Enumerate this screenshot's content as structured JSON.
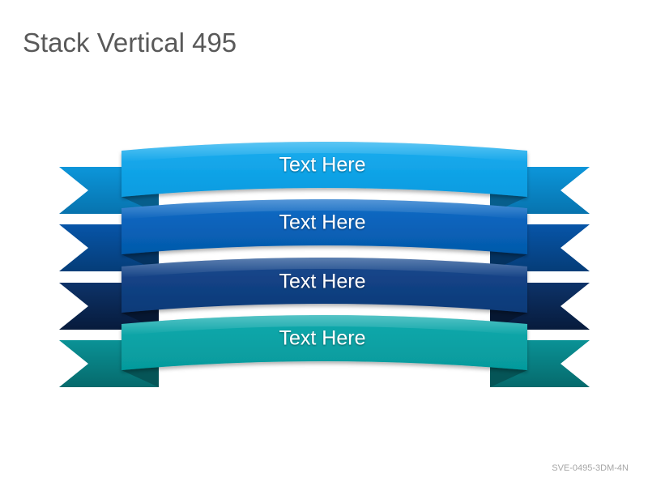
{
  "slide": {
    "title": "Stack Vertical 495",
    "code": "SVE-0495-3DM-4N"
  },
  "ribbons": [
    {
      "label": "Text Here",
      "front_top": "#19ADEF",
      "front_bottom": "#0A9BE0",
      "tail_top": "#0C96DA",
      "tail_bottom": "#0773AE",
      "fold": "#075E8C"
    },
    {
      "label": "Text Here",
      "front_top": "#0B6BC7",
      "front_bottom": "#0559AA",
      "tail_top": "#0755A8",
      "tail_bottom": "#053D78",
      "fold": "#043260"
    },
    {
      "label": "Text Here",
      "front_top": "#15488E",
      "front_bottom": "#0E3A78",
      "tail_top": "#0D3369",
      "tail_bottom": "#071B3C",
      "fold": "#061732"
    },
    {
      "label": "Text Here",
      "front_top": "#0AAAAD",
      "front_bottom": "#069A9C",
      "tail_top": "#0A9296",
      "tail_bottom": "#066A6C",
      "fold": "#055557"
    }
  ]
}
